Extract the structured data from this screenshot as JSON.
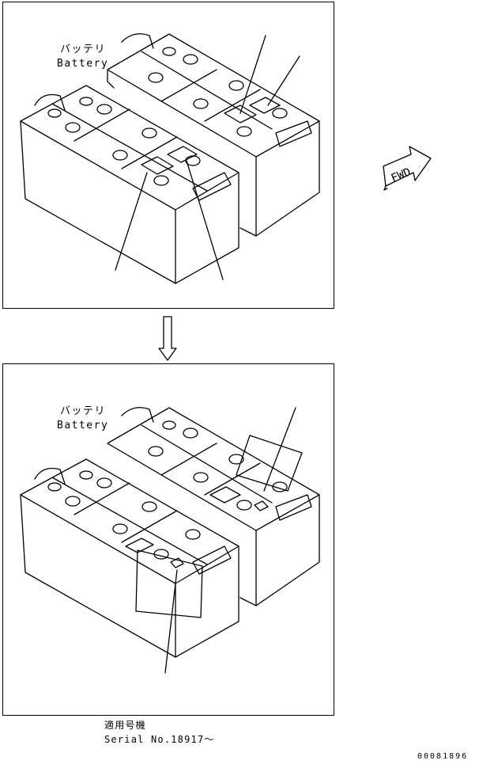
{
  "top_panel": {
    "label_jp": "バッテリ",
    "label_en": "Battery"
  },
  "bottom_panel": {
    "label_jp": "バッテリ",
    "label_en": "Battery"
  },
  "fwd_label": "FWD",
  "caption": {
    "line1": "適用号機",
    "line2": "Serial No.18917～"
  },
  "figure_id": "00081896"
}
